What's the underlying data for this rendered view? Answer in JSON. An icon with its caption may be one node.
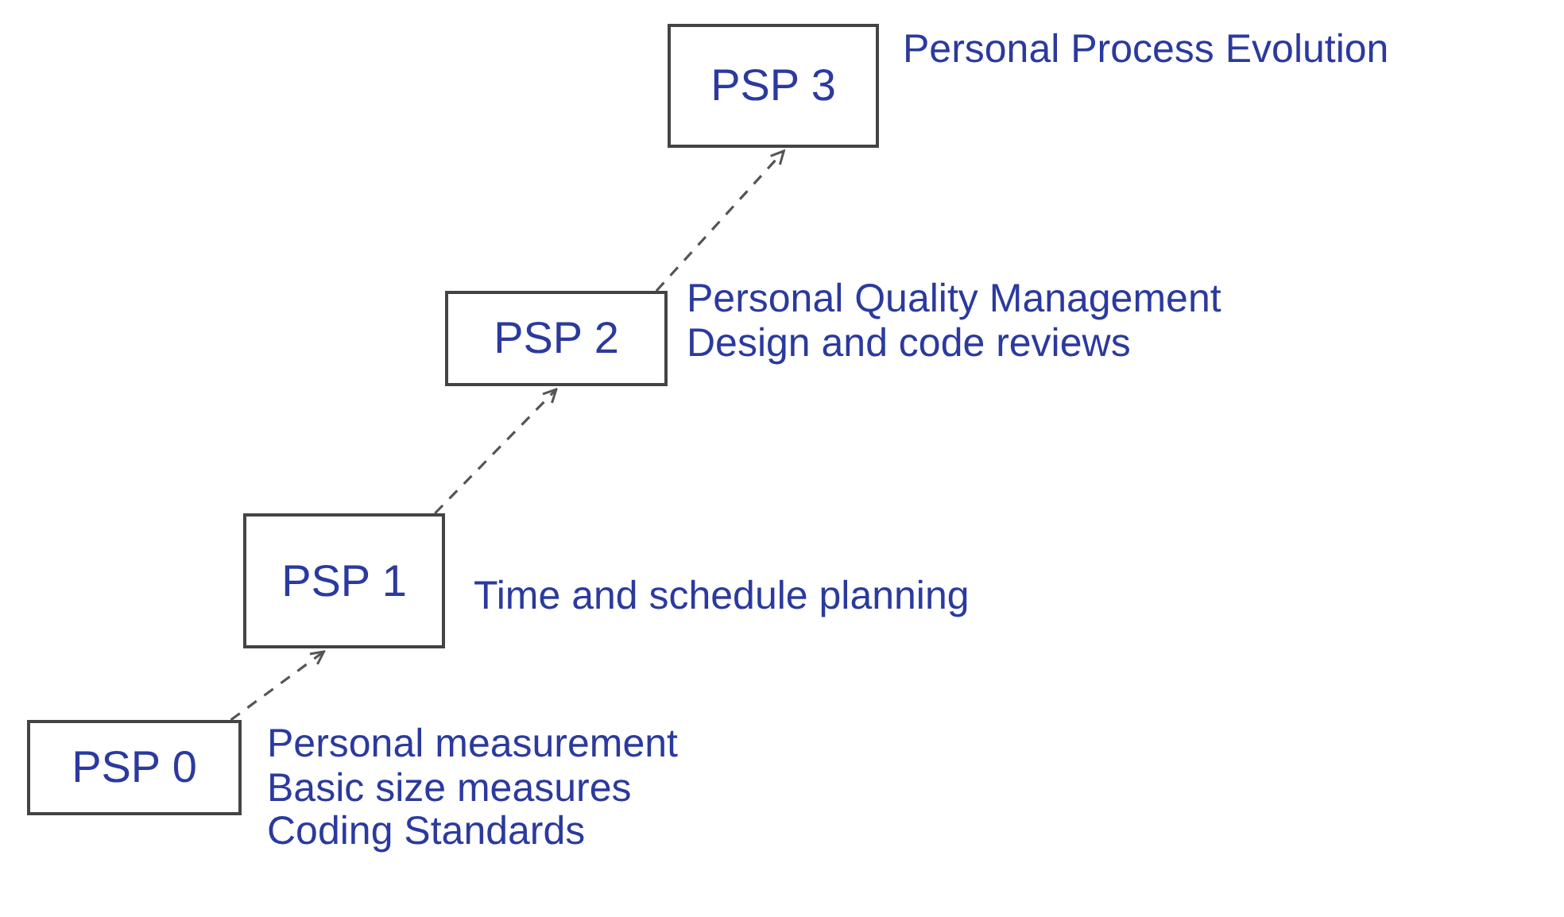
{
  "diagram": {
    "nodes": [
      {
        "text": [
          "PSP 0"
        ],
        "beside": [
          "Personal measurement",
          "Basic size measures",
          "Coding Standards"
        ]
      },
      {
        "text": [
          "PSP 1"
        ],
        "beside": [
          "Time and schedule planning"
        ]
      },
      {
        "text": [
          "PSP 2"
        ],
        "beside": [
          "Personal Quality Management",
          "Design and code reviews"
        ]
      },
      {
        "text": [
          "PSP 3"
        ],
        "beside": [
          "Personal Process Evolution"
        ]
      }
    ],
    "edges": [
      {
        "from": 0,
        "to": 1,
        "arrow": "to",
        "style": "dashed"
      },
      {
        "from": 1,
        "to": 2,
        "arrow": "to",
        "style": "dashed"
      },
      {
        "from": 2,
        "to": 3,
        "arrow": "to",
        "style": "dashed"
      }
    ]
  }
}
